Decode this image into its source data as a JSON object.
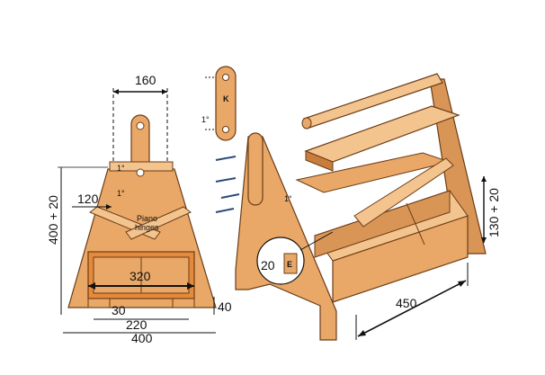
{
  "palette": {
    "wood": "#e9a867",
    "wood_light": "#f3c48e",
    "wood_dark": "#c97d3c",
    "panel": "#e58a3a",
    "outline": "#6b3c17",
    "dim_line": "#111111"
  },
  "front_view": {
    "dims": {
      "top_width": "160",
      "height": "400 + 20",
      "inset": "120",
      "panel_width": "320",
      "foot_width": "30",
      "base_inner": "220",
      "base_total": "400",
      "foot_height": "40",
      "angle_a": "1°",
      "angle_b": "1°"
    },
    "hinge_label_line1": "Piano",
    "hinge_label_line2": "hinges"
  },
  "detail_k": {
    "label": "K",
    "angle": "1°"
  },
  "iso_view": {
    "dims": {
      "length": "450",
      "box_height": "130 + 20",
      "angle": "1°",
      "detail_value": "20",
      "detail_letter": "E"
    }
  }
}
